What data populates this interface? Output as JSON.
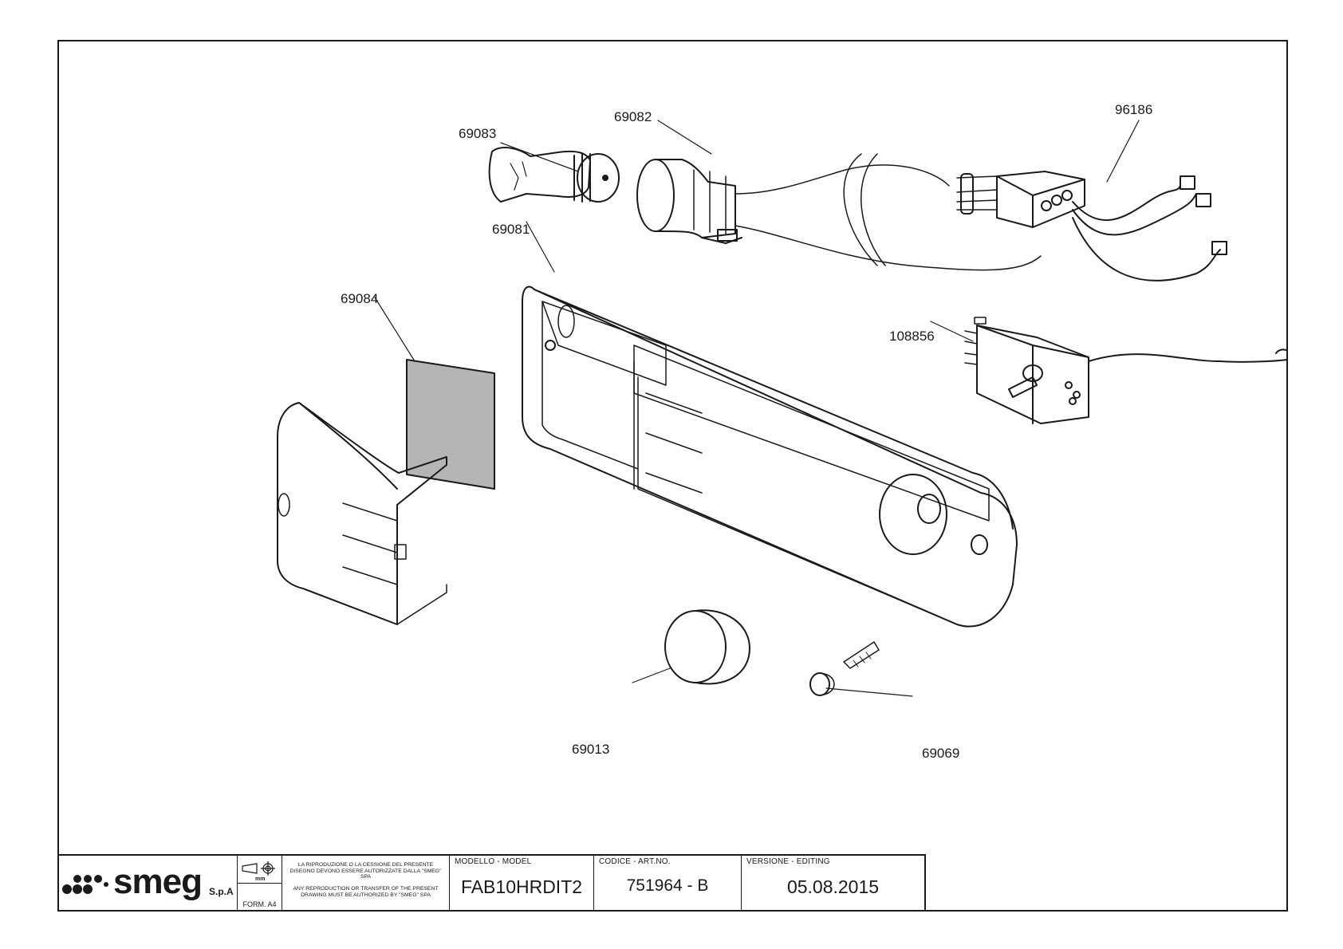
{
  "parts": [
    {
      "code": "69083"
    },
    {
      "code": "69082"
    },
    {
      "code": "96186"
    },
    {
      "code": "69081"
    },
    {
      "code": "69084"
    },
    {
      "code": "108856"
    },
    {
      "code": "69013"
    },
    {
      "code": "69069"
    }
  ],
  "title_block": {
    "brand": "smeg",
    "brand_suffix": "S.p.A",
    "projection_unit": "mm",
    "format": "FORM. A4",
    "notice_it": "LA RIPRODUZIONE O LA CESSIONE DEL PRESENTE DISEGNO DEVONO ESSERE AUTORIZZATE DALLA \"SMEG\" SPA",
    "notice_en": "ANY REPRODUCTION OR TRANSFER OF THE PRESENT DRAWING MUST BE AUTHORIZED BY \"SMEG\" SPA",
    "model_label": "MODELLO - MODEL",
    "model_value": "FAB10HRDIT2",
    "code_label": "CODICE - ART.NO.",
    "code_value": "751964 - B",
    "version_label": "VERSIONE - EDITING",
    "version_value": "05.08.2015"
  },
  "colors": {
    "line": "#1a1a1a",
    "panel_fill": "#b5b5b5",
    "background": "#ffffff"
  }
}
